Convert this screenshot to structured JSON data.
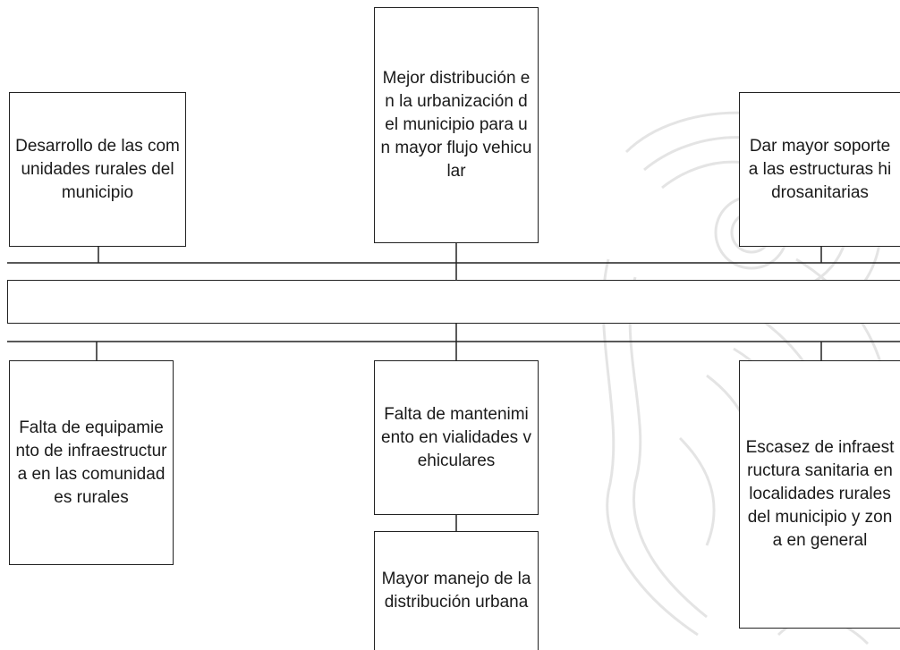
{
  "diagram": {
    "effects": [
      "Desarrollo de las comunidades rurales del municipio",
      "Mejor distribución en la urbanización del municipio para un mayor flujo vehicular",
      "Dar mayor soporte a las estructuras hidrosanitarias"
    ],
    "central_problem": "",
    "causes": [
      "Falta de equipamiento de infraestructura en las comunidades rurales",
      "Falta de mantenimiento en vialidades vehiculares",
      "Escasez de infraestructura sanitaria en localidades rurales del municipio y zona en general"
    ],
    "sub_causes": [
      "Mayor manejo de la distribución urbana"
    ]
  },
  "watermark": {
    "icon": "seal-watermark-icon",
    "color": "#9a9a9a"
  }
}
